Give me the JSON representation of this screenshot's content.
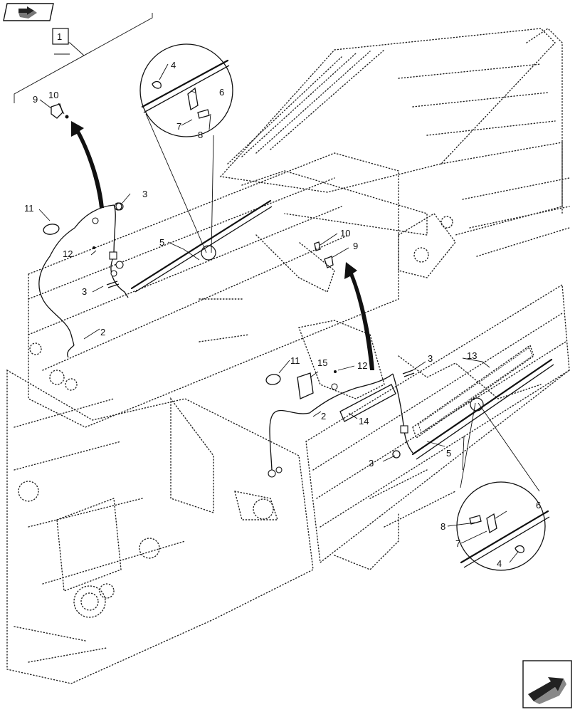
{
  "callouts": {
    "c1": "1",
    "c2a": "2",
    "c2b": "2",
    "c3a": "3",
    "c3b": "3",
    "c3c": "3",
    "c3d": "3",
    "c4a": "4",
    "c4b": "4",
    "c5a": "5",
    "c5b": "5",
    "c6a": "6",
    "c6b": "6",
    "c7a": "7",
    "c7b": "7",
    "c8a": "8",
    "c8b": "8",
    "c9a": "9",
    "c9b": "9",
    "c10a": "10",
    "c10b": "10",
    "c11a": "11",
    "c11b": "11",
    "c12a": "12",
    "c12b": "12",
    "c13": "13",
    "c14": "14",
    "c15": "15"
  },
  "icons": {
    "top_left": "previous-page-arrow-icon",
    "bottom_right": "next-page-arrow-icon"
  },
  "colors": {
    "line": "#111111",
    "background": "#ffffff"
  }
}
